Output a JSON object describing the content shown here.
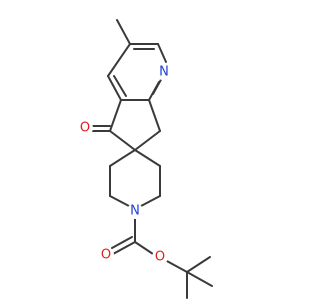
{
  "atoms": {
    "N_pyridine": {
      "label": "N",
      "color": "#1f3fd6"
    },
    "O_ketone": {
      "label": "O",
      "color": "#e0201b"
    },
    "N_piperidine": {
      "label": "N",
      "color": "#1f3fd6"
    },
    "O_carbamate_carbonyl": {
      "label": "O",
      "color": "#e0201b"
    },
    "O_carbamate_ester": {
      "label": "O",
      "color": "#e0201b"
    }
  },
  "bond_color": "#3a3a3a"
}
